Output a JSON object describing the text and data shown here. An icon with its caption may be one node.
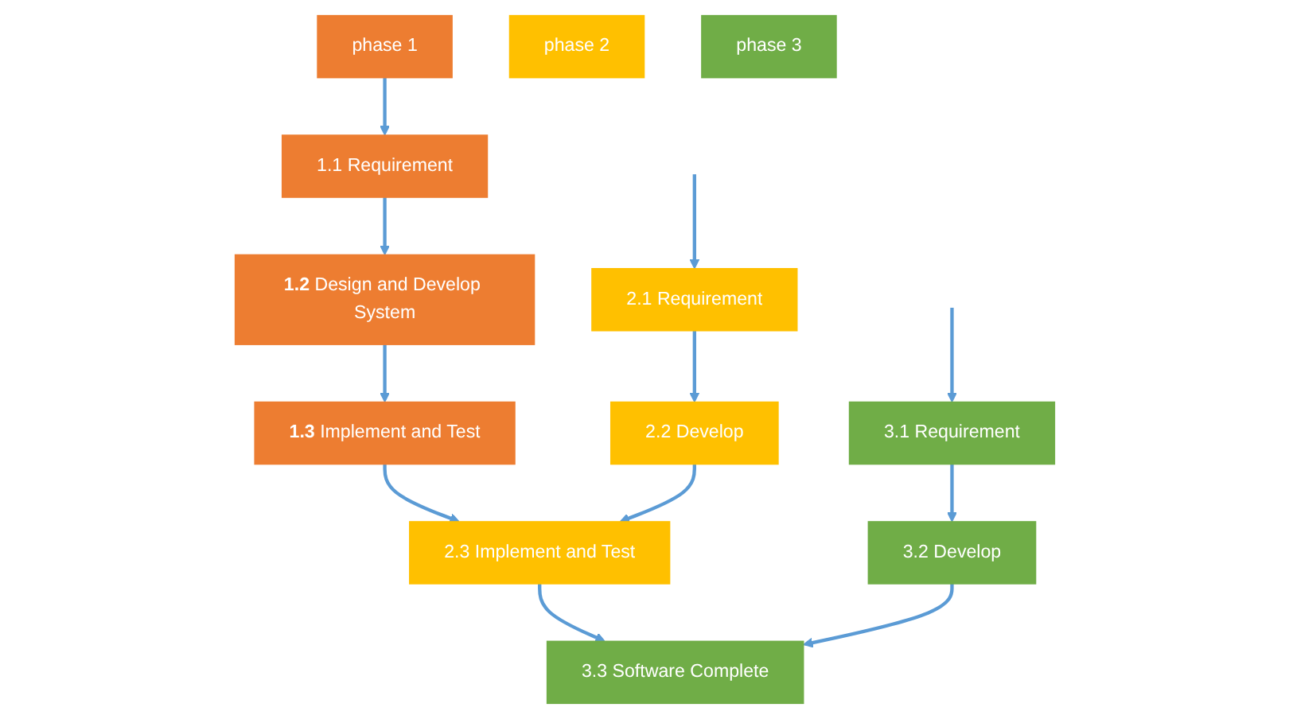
{
  "diagram": {
    "nodes": [
      {
        "text": [
          "phase 1"
        ]
      },
      {
        "text": [
          "1.1 Requirement"
        ]
      },
      {
        "text": [
          "**1.2** Design and Develop System"
        ]
      },
      {
        "text": [
          "**1.3** Implement and Test"
        ]
      },
      {
        "text": [
          "phase 2"
        ]
      },
      {
        "text": [
          "2.1 Requirement"
        ]
      },
      {
        "text": [
          "2.2 Develop"
        ]
      },
      {
        "text": [
          "2.3 Implement and Test"
        ]
      },
      {
        "text": [
          "phase 3"
        ]
      },
      {
        "text": [
          "3.1 Requirement"
        ]
      },
      {
        "text": [
          "3.2 Develop"
        ]
      },
      {
        "text": [
          "3.3 Software Complete"
        ]
      }
    ],
    "edges": [
      {
        "from": 0,
        "to": 1,
        "arrow": "to"
      },
      {
        "from": 1,
        "to": 2,
        "arrow": "to"
      },
      {
        "from": 2,
        "to": 3,
        "arrow": "to"
      },
      {
        "from": 3,
        "to": 7,
        "arrow": "to"
      },
      {
        "from": null,
        "to": 5,
        "arrow": "to"
      },
      {
        "from": 5,
        "to": 6,
        "arrow": "to"
      },
      {
        "from": 6,
        "to": 7,
        "arrow": "to"
      },
      {
        "from": 7,
        "to": 11,
        "arrow": "to"
      },
      {
        "from": null,
        "to": 9,
        "arrow": "to"
      },
      {
        "from": 9,
        "to": 10,
        "arrow": "to"
      },
      {
        "from": 10,
        "to": 11,
        "arrow": "to"
      }
    ]
  }
}
